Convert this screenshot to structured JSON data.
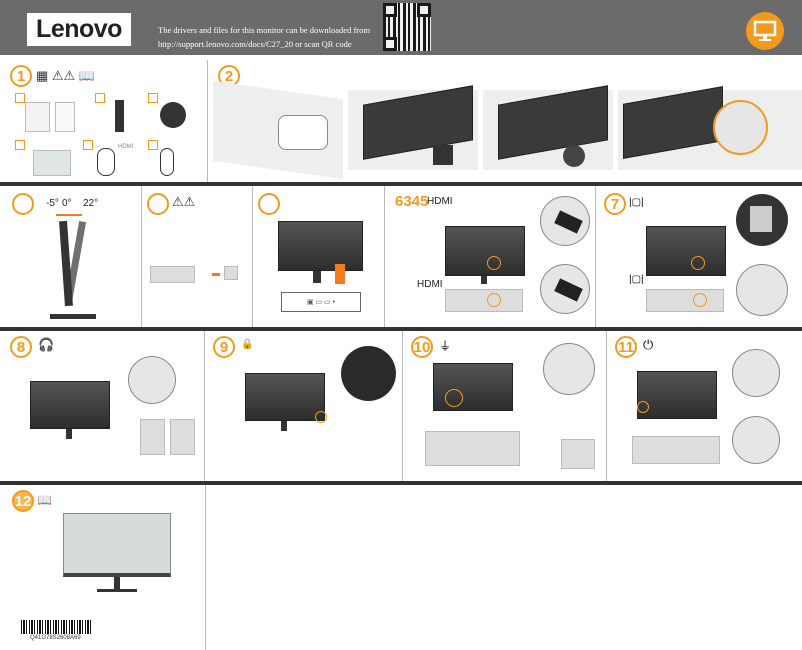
{
  "header": {
    "logo": "Lenovo",
    "line1": "The drivers and files for this monitor can be downloaded from",
    "line2": "http://support.lenovo.com/docs/C27_20 or scan QR code",
    "icon": "monitor-icon",
    "accent": "#f39a1e"
  },
  "steps": {
    "s1": {
      "number": "1",
      "cable_label": "HDMI"
    },
    "s2": {
      "number": "2"
    },
    "s3": {
      "angles": [
        "-5°",
        "0°",
        "22°"
      ]
    },
    "s6": {
      "number": "6345",
      "label_top": "HDMI",
      "label_bottom": "HDMI"
    },
    "s7": {
      "number": "7"
    },
    "s8": {
      "number": "8"
    },
    "s9": {
      "number": "9"
    },
    "s10": {
      "number": "10"
    },
    "s11": {
      "number": "11"
    },
    "s12": {
      "number": "12",
      "barcode": "Q41G78S2608A69"
    }
  }
}
